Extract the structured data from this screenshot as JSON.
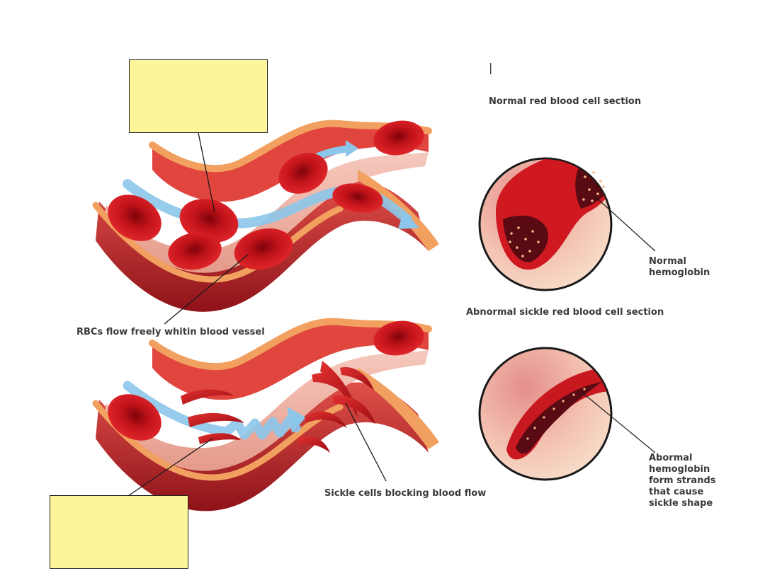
{
  "labels": {
    "normal_section": "Normal red blood cell section",
    "normal_hemoglobin": "Normal\nhemoglobin",
    "abnormal_section": "Abnormal sickle red blood cell section",
    "abnormal_hemoglobin": "Abormal\nhemoglobin\nform strands\nthat cause\nsickle shape",
    "rbc_flow": "RBCs flow freely whitin blood vessel",
    "sickle_blocking": "Sickle cells blocking blood flow",
    "top_marker": "|"
  },
  "colors": {
    "vessel_wall": "#b7222a",
    "vessel_outer": "#f0a060",
    "vessel_inner": "#f3b9a9",
    "blood_cell": "#c0121a",
    "flow_arrow": "#8cc6ea",
    "label_box": "#fdf59a",
    "circle_bg": "#f4c2ae"
  }
}
